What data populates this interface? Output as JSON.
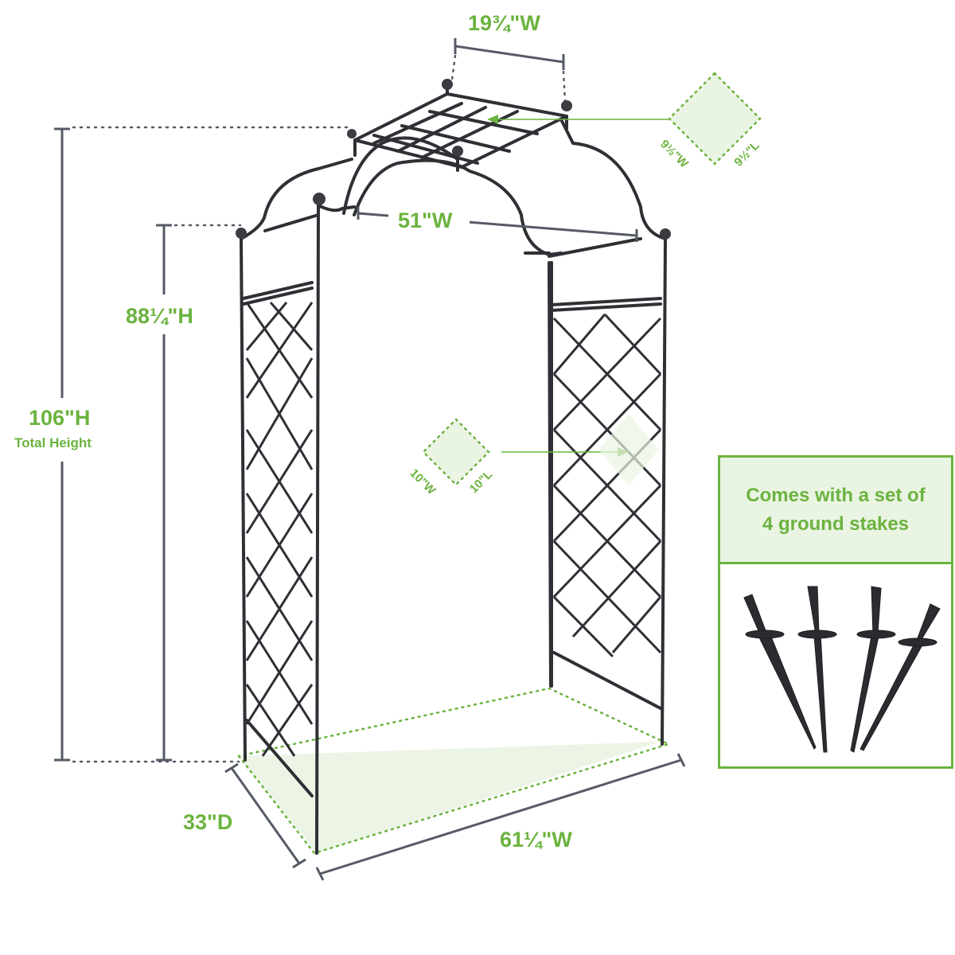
{
  "dimensions": {
    "top_width": "19¾\"W",
    "arch_width": "51\"W",
    "side_height": "88¼\"H",
    "total_height": "106\"H",
    "total_height_caption": "Total Height",
    "depth": "33\"D",
    "base_width": "61¼\"W"
  },
  "roof_grid": {
    "width": "9½\"W",
    "length": "9½\"L"
  },
  "side_grid": {
    "width": "10\"W",
    "length": "10\"L"
  },
  "stakes_callout": {
    "line1": "Comes with a set of",
    "line2": "4 ground stakes",
    "stake_count": 4
  },
  "colors": {
    "accent": "#6bb33f",
    "accent_fill": "#eaf4e2",
    "dimension_line": "#555a66",
    "frame": "#2e3035"
  }
}
